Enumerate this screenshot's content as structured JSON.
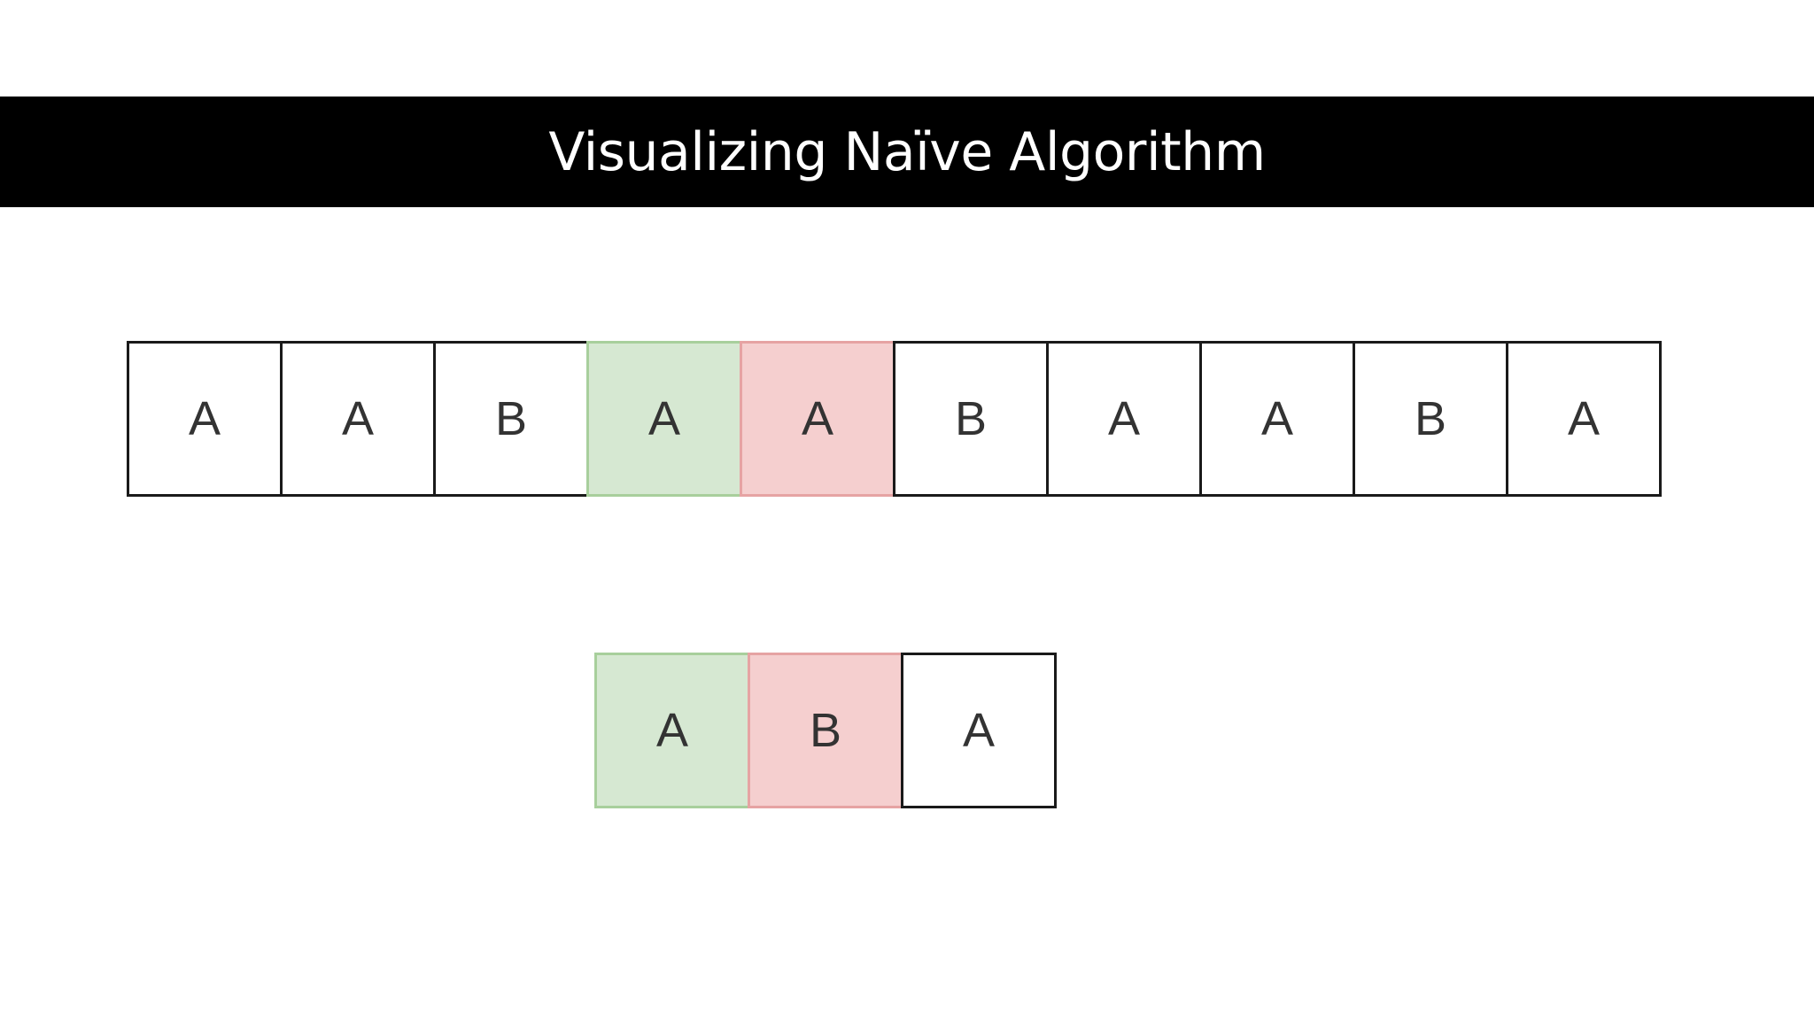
{
  "title": "Visualizing Naïve Algorithm",
  "colors": {
    "title_bar": "#000000",
    "match": "#d6e8d2",
    "mismatch": "#f5cfcf",
    "cell_border": "#1a1a1a"
  },
  "text_string": [
    {
      "char": "A",
      "state": "none"
    },
    {
      "char": "A",
      "state": "none"
    },
    {
      "char": "B",
      "state": "none"
    },
    {
      "char": "A",
      "state": "match"
    },
    {
      "char": "A",
      "state": "mismatch"
    },
    {
      "char": "B",
      "state": "none"
    },
    {
      "char": "A",
      "state": "none"
    },
    {
      "char": "A",
      "state": "none"
    },
    {
      "char": "B",
      "state": "none"
    },
    {
      "char": "A",
      "state": "none"
    }
  ],
  "pattern_string": [
    {
      "char": "A",
      "state": "match"
    },
    {
      "char": "B",
      "state": "mismatch"
    },
    {
      "char": "A",
      "state": "none"
    }
  ]
}
